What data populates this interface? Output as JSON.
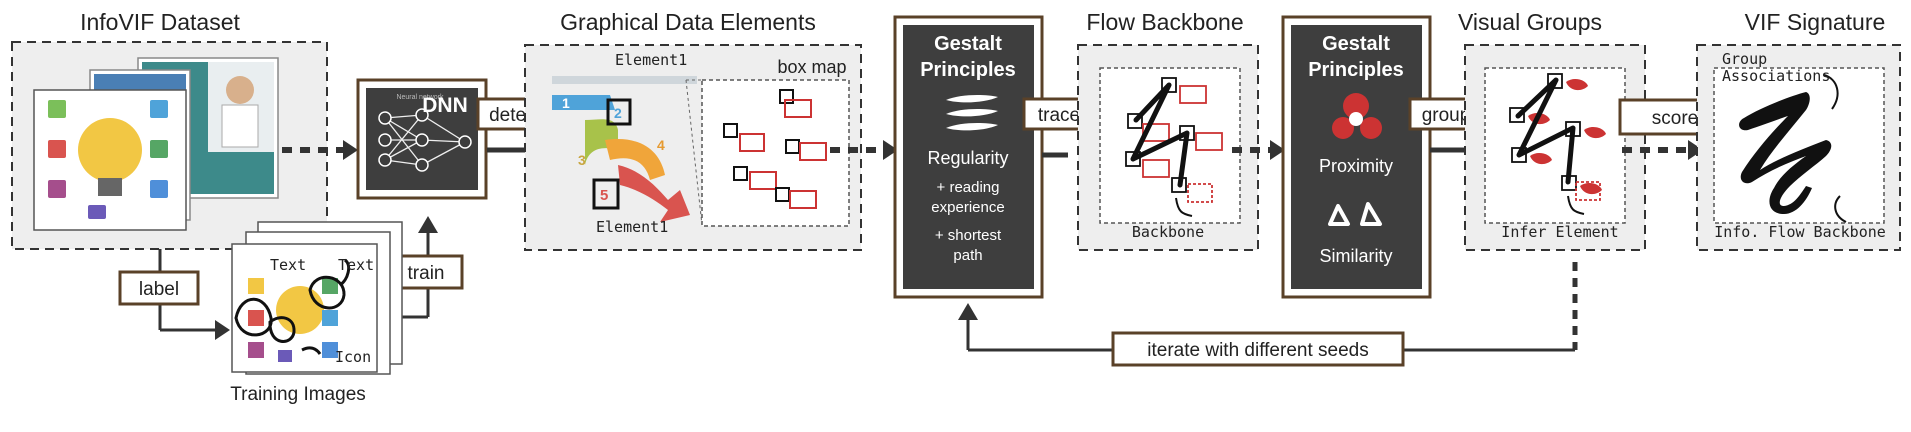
{
  "sections": {
    "dataset": "InfoVIF Dataset",
    "elements": "Graphical Data Elements",
    "backbone": "Flow Backbone",
    "groups": "Visual Groups",
    "signature": "VIF Signature"
  },
  "labels": {
    "dnn": "DNN",
    "neural": "Neural network",
    "detect": "detect",
    "train": "train",
    "label": "label",
    "training_images": "Training Images",
    "trace": "trace",
    "group": "group",
    "score": "score",
    "iterate": "iterate with different seeds",
    "box_map": "box map"
  },
  "gestalt1": {
    "title_1": "Gestalt",
    "title_2": "Principles",
    "regularity": "Regularity",
    "reading_1": "+ reading",
    "reading_2": "experience",
    "shortest_1": "+ shortest",
    "shortest_2": "path"
  },
  "gestalt2": {
    "title_1": "Gestalt",
    "title_2": "Principles",
    "proximity": "Proximity",
    "similarity": "Similarity"
  },
  "annotations": {
    "element_top": "Element1",
    "element_bottom": "Element1",
    "text_a": "Text",
    "text_b": "Text",
    "icon": "Icon",
    "backbone": "Backbone",
    "infer": "Infer Element",
    "group_assoc_1": "Group",
    "group_assoc_2": "Associations",
    "info_flow": "Info. Flow Backbone",
    "num_1": "1",
    "num_2": "2",
    "num_3": "3",
    "num_4": "4",
    "num_5": "5"
  },
  "colors": {
    "brown": "#5a4128",
    "dark_panel": "#3e3e3e",
    "red": "#cc3333",
    "dashed_bg": "#f0f0f0"
  }
}
